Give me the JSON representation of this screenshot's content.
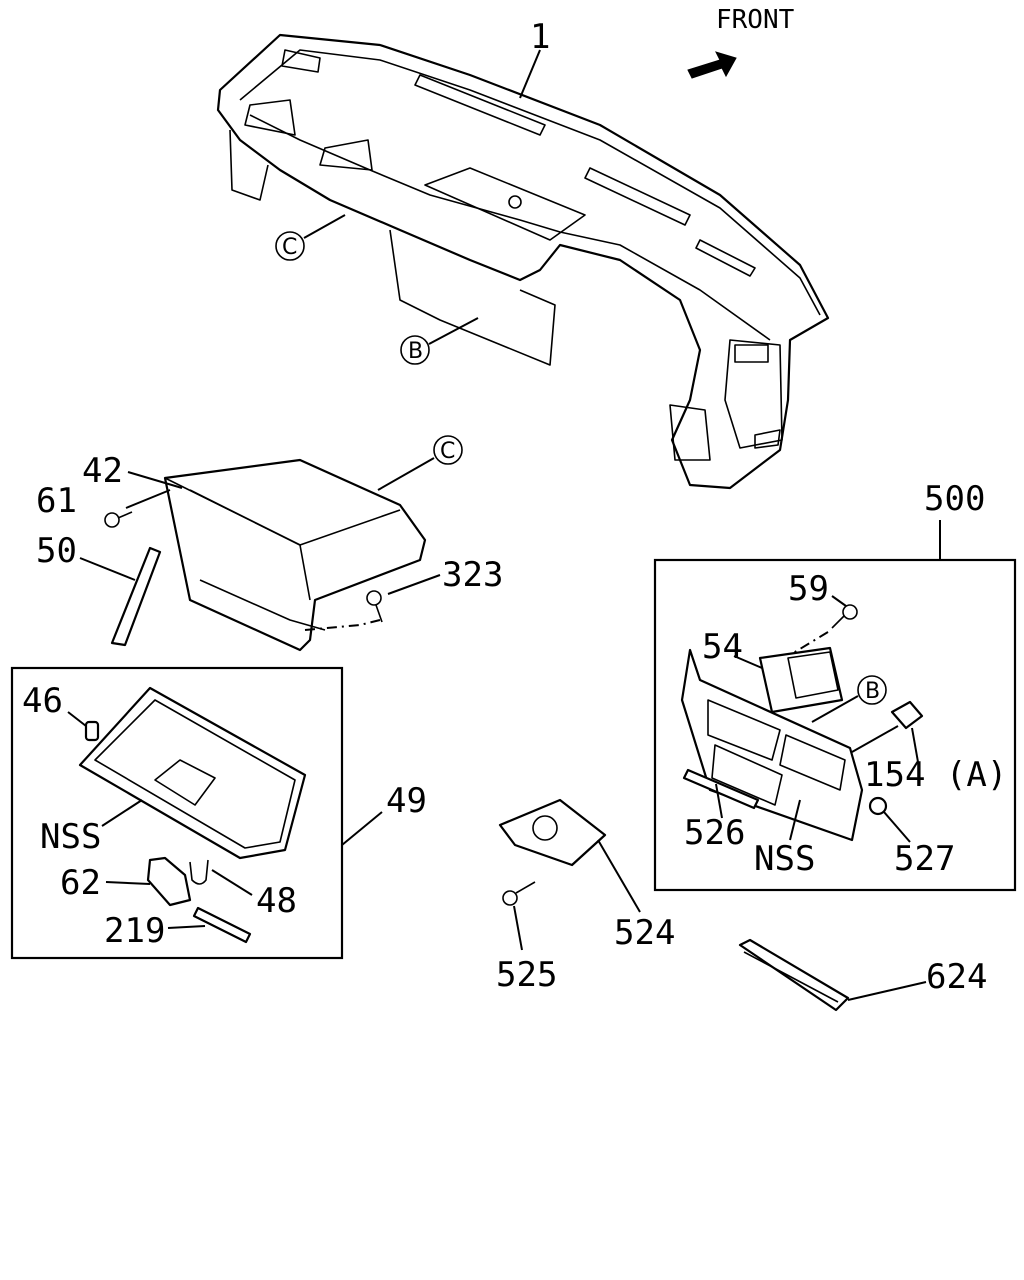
{
  "orientation": {
    "front_label": "FRONT",
    "arrow_icon": "front-arrow-icon"
  },
  "reference_marks": {
    "c_top": "C",
    "b_top": "B",
    "c_glovebox": "C",
    "b_bezel": "B"
  },
  "callouts": {
    "p1": "1",
    "p42": "42",
    "p61": "61",
    "p50": "50",
    "p323": "323",
    "p500": "500",
    "p59": "59",
    "p54": "54",
    "p154": "154 (A)",
    "p526": "526",
    "nss_bezel": "NSS",
    "p527": "527",
    "p46": "46",
    "nss_lid": "NSS",
    "p49": "49",
    "p62": "62",
    "p48": "48",
    "p219": "219",
    "p524": "524",
    "p525": "525",
    "p624": "624"
  },
  "colors": {
    "line": "#000000",
    "background": "#ffffff"
  }
}
